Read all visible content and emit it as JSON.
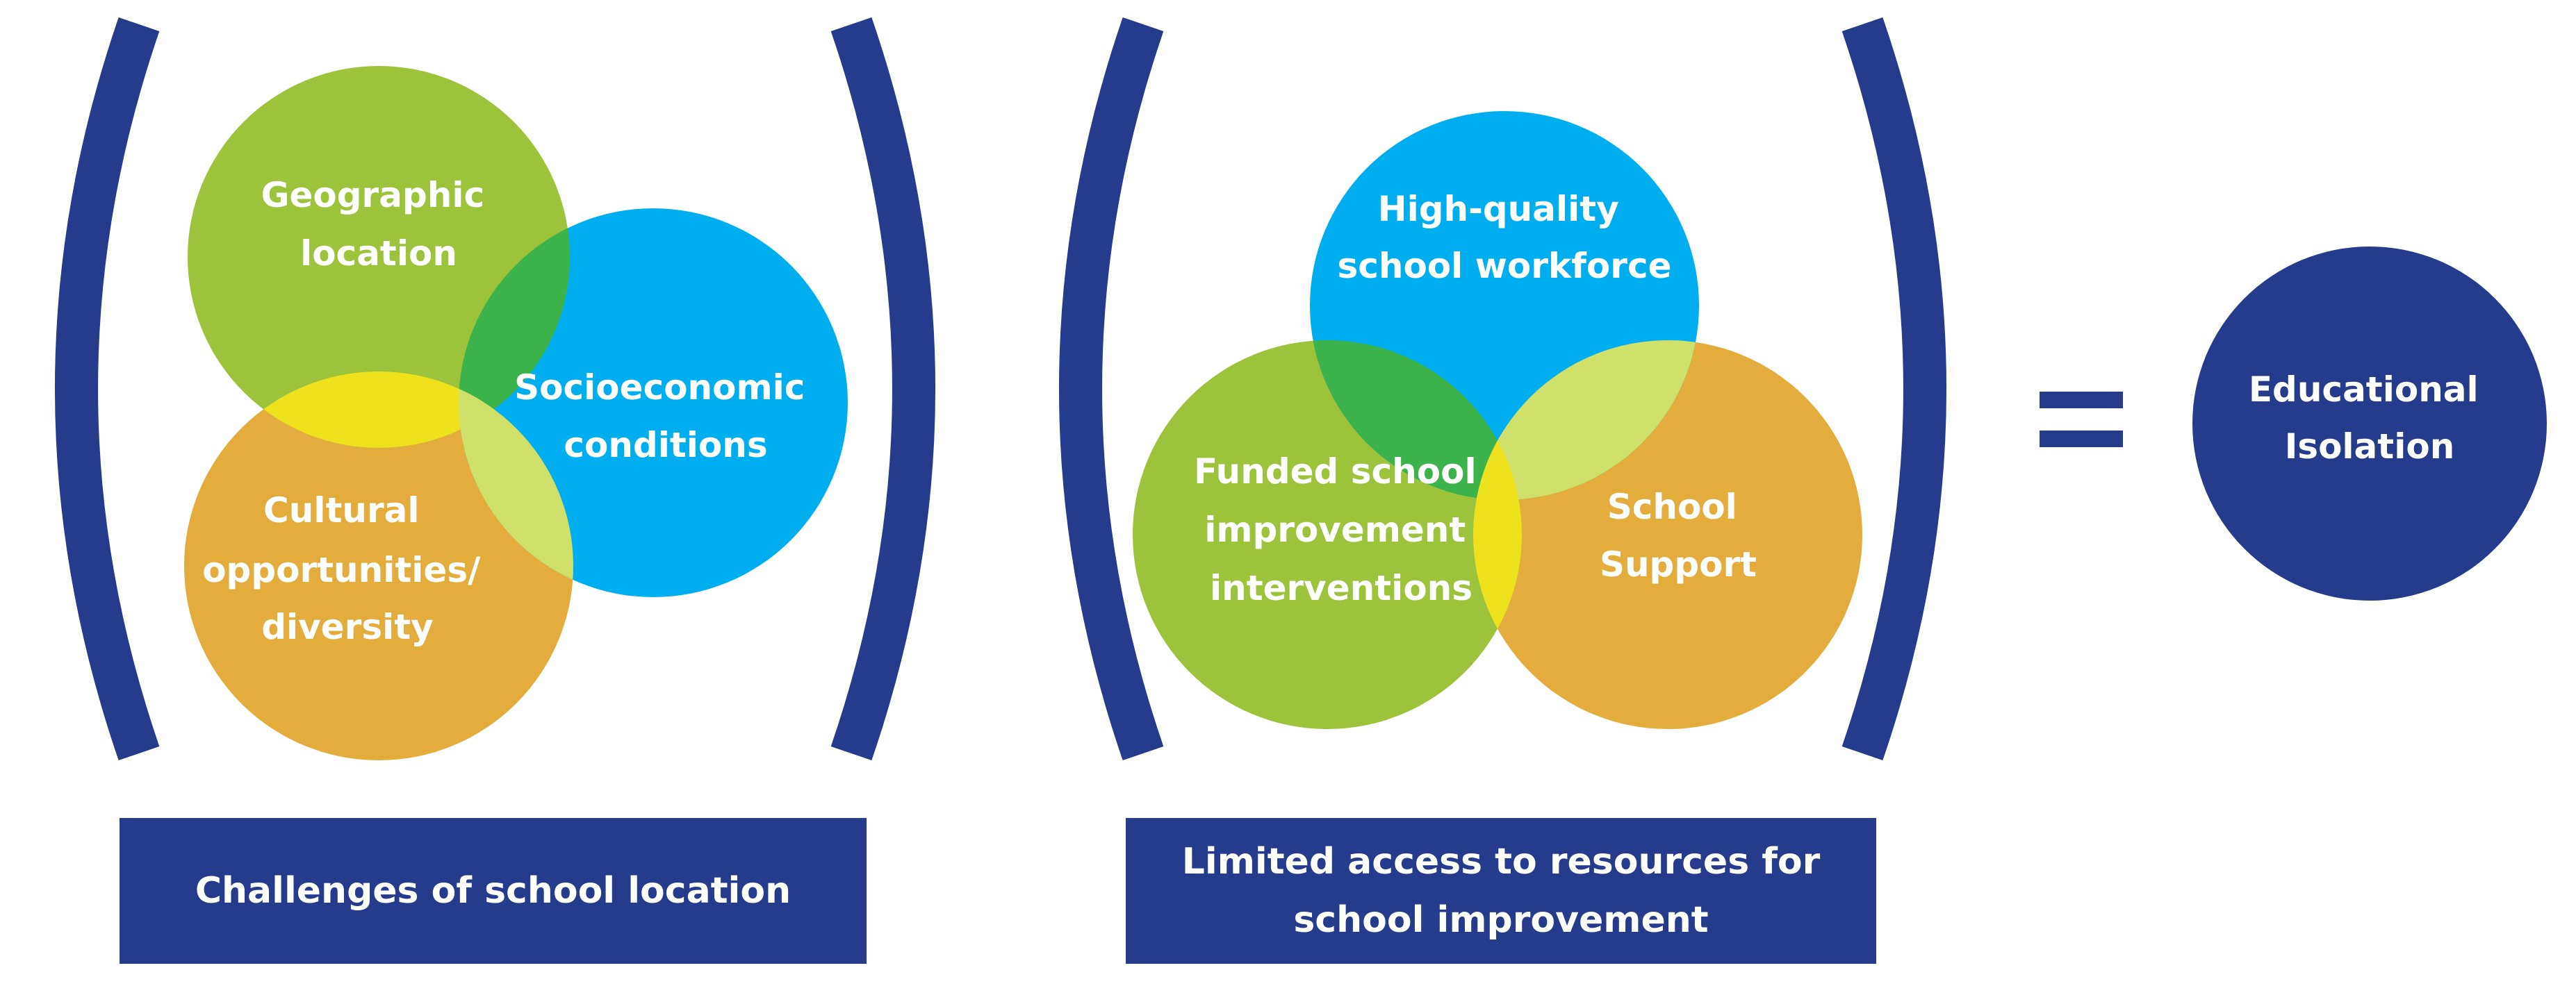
{
  "colors": {
    "navy": "#263b8b",
    "green": "#9dc23c",
    "blue": "#00aeef",
    "orange": "#e4ac3c",
    "overlap_dark_green": "#3bb24a",
    "overlap_yellow": "#eee21e",
    "overlap_light_green": "#cfe16a"
  },
  "group1": {
    "circles": {
      "geographic": [
        "Geographic",
        "location"
      ],
      "socioeconomic": [
        "Socioeconomic",
        "conditions"
      ],
      "cultural": [
        "Cultural",
        "opportunities/",
        "diversity"
      ]
    },
    "caption": [
      "Challenges of school location"
    ]
  },
  "group2": {
    "circles": {
      "workforce": [
        "High-quality",
        "school workforce"
      ],
      "funded": [
        "Funded school",
        "improvement",
        "interventions"
      ],
      "support": [
        "School",
        "Support"
      ]
    },
    "caption": [
      "Limited access to resources for",
      "school improvement"
    ]
  },
  "equals": "=",
  "result": [
    "Educational",
    "Isolation"
  ]
}
